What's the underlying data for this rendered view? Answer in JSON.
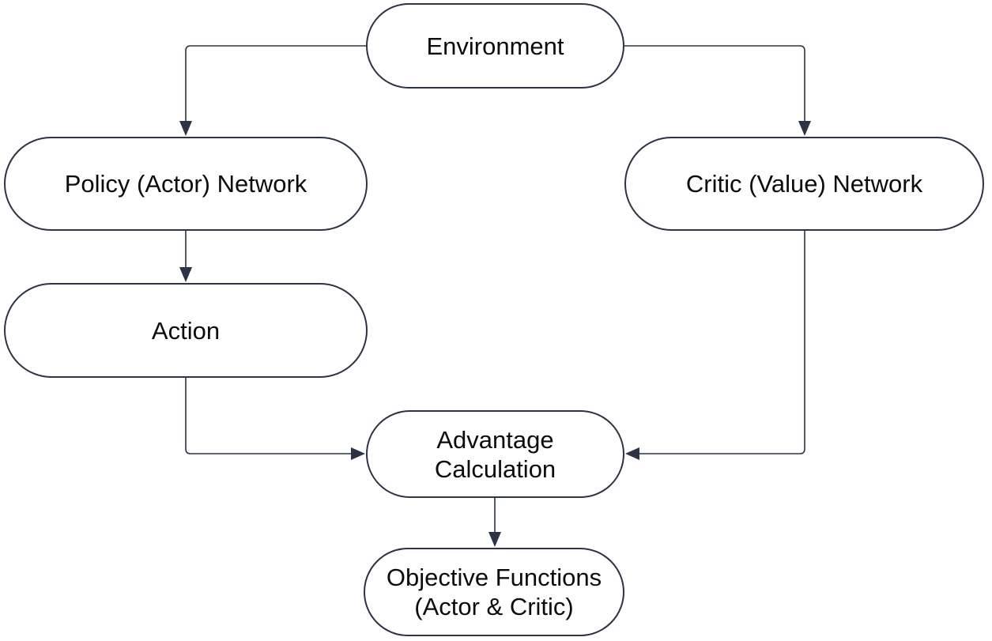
{
  "diagram": {
    "type": "flowchart",
    "background": "#ffffff",
    "colors": {
      "node_border": "#2b3344",
      "connector": "#2b3344",
      "arrowhead": "#2b3344",
      "text": "#0b0c0e"
    },
    "nodes": {
      "environment": {
        "label": "Environment",
        "shape": "stadium"
      },
      "policy": {
        "label": "Policy (Actor) Network",
        "shape": "stadium"
      },
      "critic": {
        "label": "Critic (Value) Network",
        "shape": "stadium"
      },
      "action": {
        "label": "Action",
        "shape": "stadium"
      },
      "advantage": {
        "line1": "Advantage",
        "line2": "Calculation",
        "shape": "stadium"
      },
      "objective": {
        "line1": "Objective Functions",
        "line2": "(Actor & Critic)",
        "shape": "stadium"
      }
    },
    "edges": [
      {
        "from": "environment",
        "to": "policy",
        "arrow": "end"
      },
      {
        "from": "environment",
        "to": "critic",
        "arrow": "end"
      },
      {
        "from": "policy",
        "to": "action",
        "arrow": "end"
      },
      {
        "from": "action",
        "to": "advantage",
        "arrow": "end"
      },
      {
        "from": "critic",
        "to": "advantage",
        "arrow": "end"
      },
      {
        "from": "advantage",
        "to": "objective",
        "arrow": "end"
      }
    ]
  }
}
